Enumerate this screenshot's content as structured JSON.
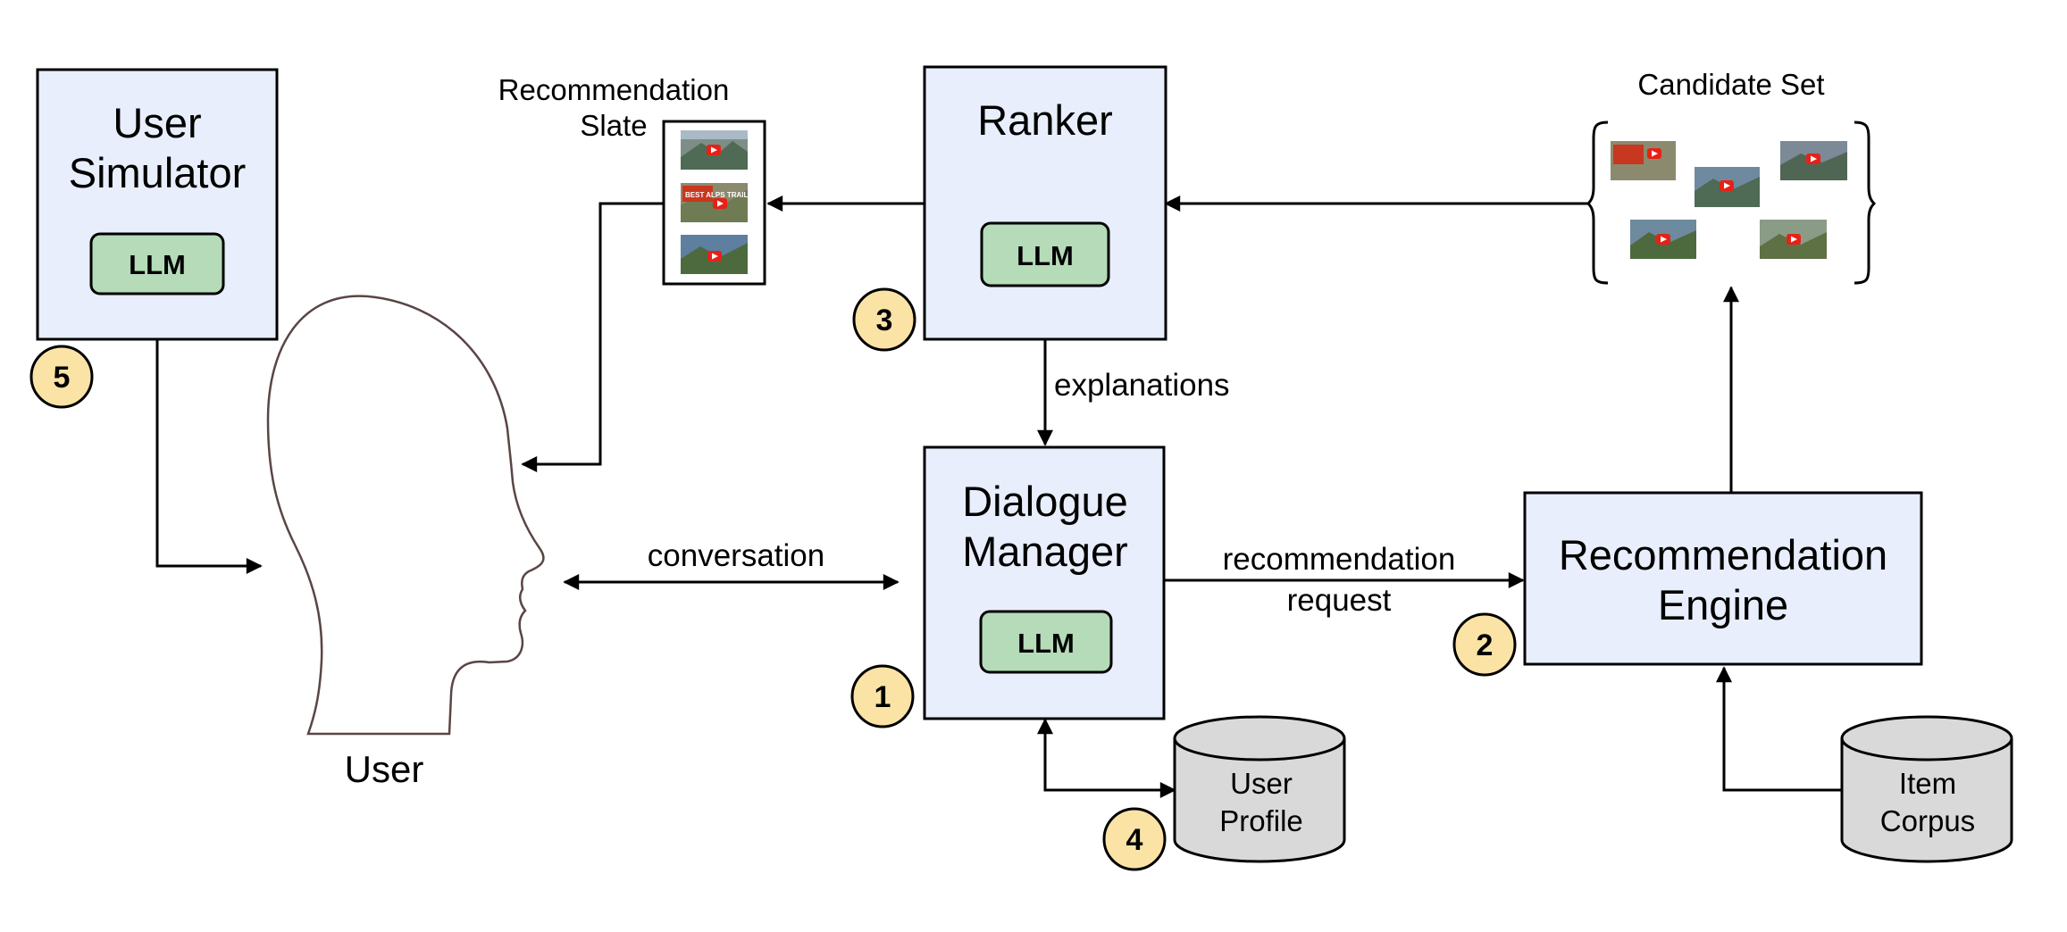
{
  "nodes": {
    "user_simulator": {
      "title_line1": "User",
      "title_line2": "Simulator",
      "llm": "LLM",
      "badge": "5"
    },
    "ranker": {
      "title": "Ranker",
      "llm": "LLM",
      "badge": "3"
    },
    "dialogue_manager": {
      "title_line1": "Dialogue",
      "title_line2": "Manager",
      "llm": "LLM",
      "badge": "1"
    },
    "recommendation_engine": {
      "title_line1": "Recommendation",
      "title_line2": "Engine",
      "badge": "2"
    },
    "user_profile": {
      "line1": "User",
      "line2": "Profile",
      "badge": "4"
    },
    "item_corpus": {
      "line1": "Item",
      "line2": "Corpus"
    },
    "user": {
      "label": "User"
    }
  },
  "slate": {
    "label_line1": "Recommendation",
    "label_line2": "Slate"
  },
  "candidate_set": {
    "label": "Candidate Set"
  },
  "edges": {
    "explanations": "explanations",
    "conversation": "conversation",
    "recommendation_request_line1": "recommendation",
    "recommendation_request_line2": "request"
  },
  "thumbnail_text": "BEST ALPS TRAIL!",
  "colors": {
    "box_fill": "#e8eefb",
    "llm_fill": "#b5dbb9",
    "badge_fill": "#fbe3a6",
    "database_fill": "#d9d9d9",
    "play_button": "#e62117"
  }
}
